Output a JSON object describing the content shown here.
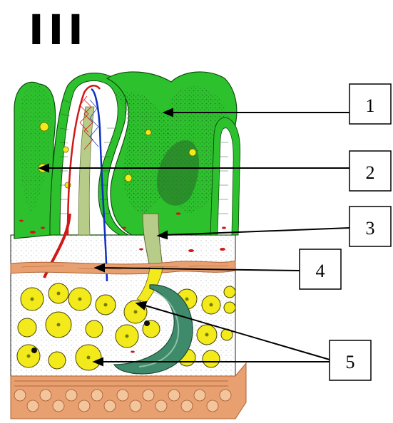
{
  "figure_number": "III",
  "labels": [
    "1",
    "2",
    "3",
    "4",
    "5"
  ],
  "colors": {
    "epithelium": "#2ec12e",
    "epithelium_dark": "#1e8f1e",
    "gland_cells": "#f2ea1a",
    "nuclei": "#7a7a00",
    "muscle": "#e8a070",
    "muscle_dark": "#b06030",
    "duct": "#3f8a6a",
    "artery": "#d01818",
    "vein": "#1030c0",
    "lacteal": "#b7cc88"
  }
}
